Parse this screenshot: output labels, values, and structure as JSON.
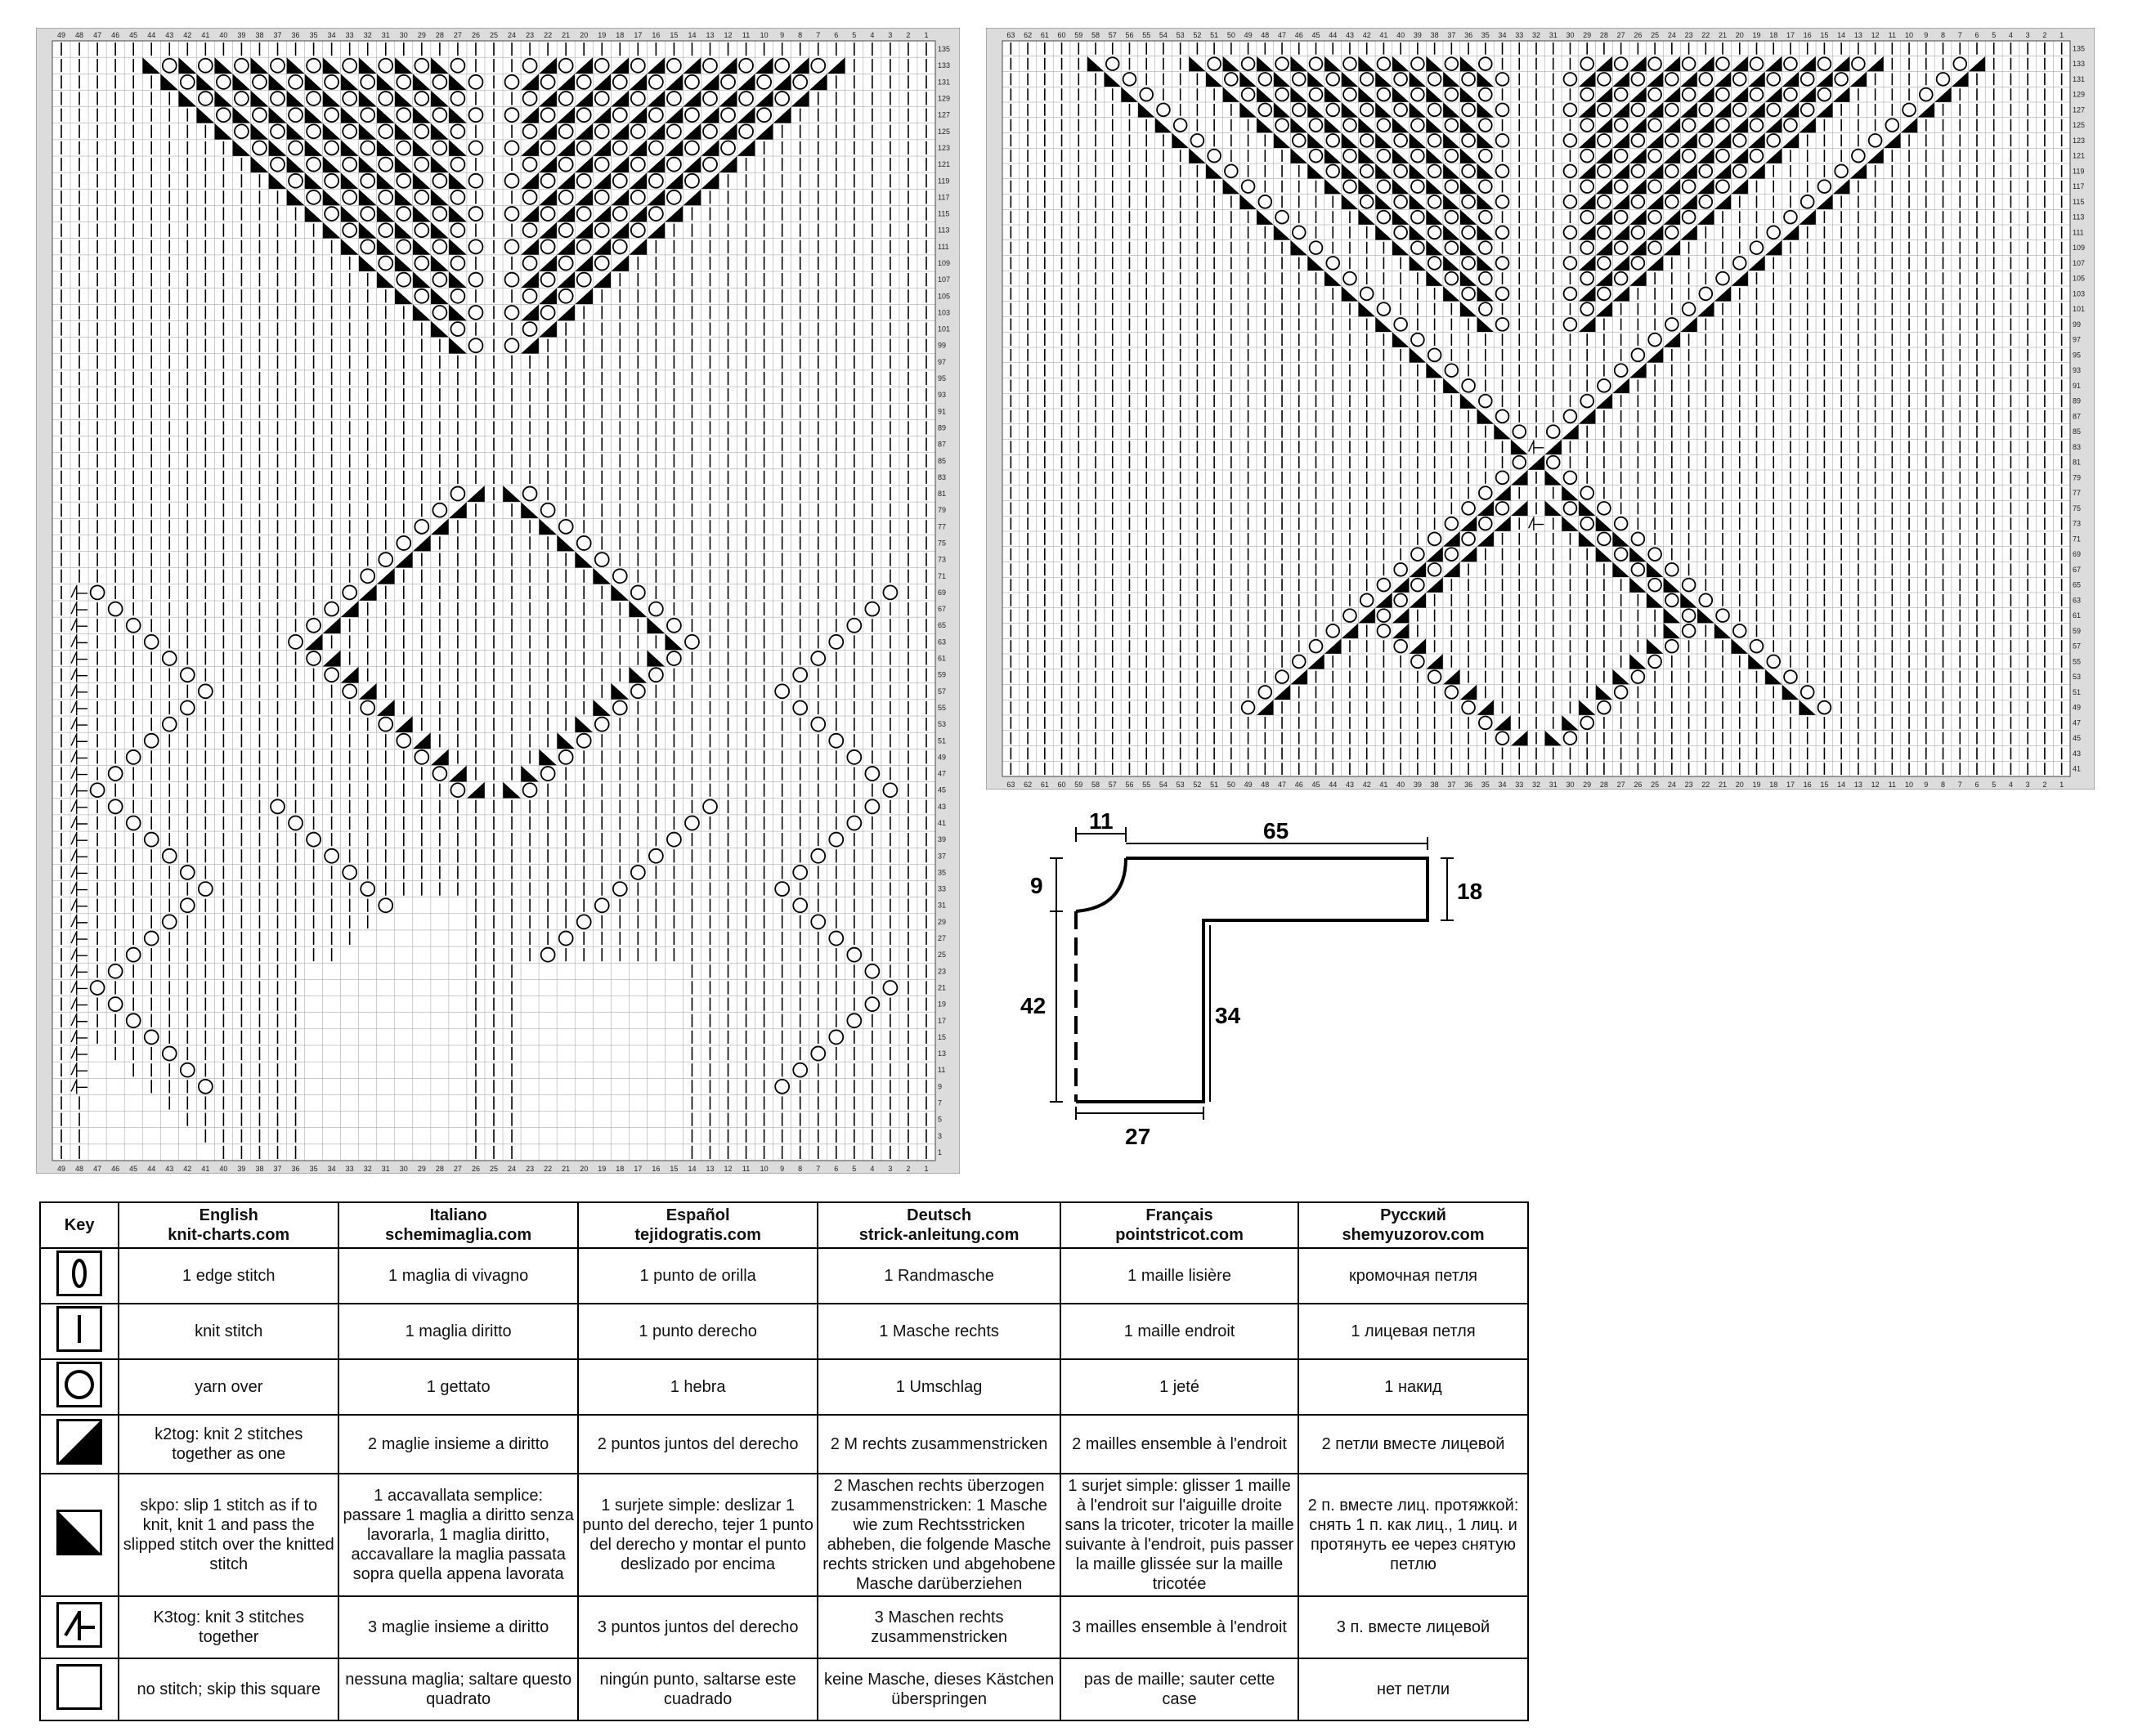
{
  "chart_left": {
    "col_numbers": [
      "49",
      "48",
      "47",
      "46",
      "45",
      "44",
      "43",
      "42",
      "41",
      "40",
      "39",
      "38",
      "37",
      "36",
      "35",
      "34",
      "33",
      "32",
      "31",
      "30",
      "29",
      "28",
      "27",
      "26",
      "25",
      "24",
      "23",
      "22",
      "21",
      "20",
      "19",
      "18",
      "17",
      "16",
      "15",
      "14",
      "13",
      "12",
      "11",
      "10",
      "9",
      "8",
      "7",
      "6",
      "5",
      "4",
      "3",
      "2",
      "1"
    ],
    "row_numbers": [
      "135",
      "133",
      "131",
      "129",
      "127",
      "125",
      "123",
      "121",
      "119",
      "117",
      "115",
      "113",
      "111",
      "109",
      "107",
      "105",
      "103",
      "101",
      "99",
      "97",
      "95",
      "93",
      "91",
      "89",
      "87",
      "85",
      "83",
      "81",
      "79",
      "77",
      "75",
      "73",
      "71",
      "69",
      "67",
      "65",
      "63",
      "61",
      "59",
      "57",
      "55",
      "53",
      "51",
      "49",
      "47",
      "45",
      "43",
      "41",
      "39",
      "37",
      "35",
      "33",
      "31",
      "29",
      "27",
      "25",
      "23",
      "21",
      "19",
      "17",
      "15",
      "13",
      "11",
      "9",
      "7",
      "5",
      "3",
      "1"
    ]
  },
  "chart_right": {
    "col_numbers": [
      "63",
      "62",
      "61",
      "60",
      "59",
      "58",
      "57",
      "56",
      "55",
      "54",
      "53",
      "52",
      "51",
      "50",
      "49",
      "48",
      "47",
      "46",
      "45",
      "44",
      "43",
      "42",
      "41",
      "40",
      "39",
      "38",
      "37",
      "36",
      "35",
      "34",
      "33",
      "32",
      "31",
      "30",
      "29",
      "28",
      "27",
      "26",
      "25",
      "24",
      "23",
      "22",
      "21",
      "20",
      "19",
      "18",
      "17",
      "16",
      "15",
      "14",
      "13",
      "12",
      "11",
      "10",
      "9",
      "8",
      "7",
      "6",
      "5",
      "4",
      "3",
      "2",
      "1"
    ],
    "row_numbers": [
      "135",
      "133",
      "131",
      "129",
      "127",
      "125",
      "123",
      "121",
      "119",
      "117",
      "115",
      "113",
      "111",
      "109",
      "107",
      "105",
      "103",
      "101",
      "99",
      "97",
      "95",
      "93",
      "91",
      "89",
      "87",
      "85",
      "83",
      "81",
      "79",
      "77",
      "75",
      "73",
      "71",
      "69",
      "67",
      "65",
      "63",
      "61",
      "59",
      "57",
      "55",
      "53",
      "51",
      "49",
      "47",
      "45",
      "43",
      "41"
    ]
  },
  "schematic": {
    "labels": {
      "neck_width": "11",
      "top_width": "65",
      "neck_depth": "9",
      "sleeve_height": "18",
      "body_height": "42",
      "inner_height": "34",
      "bottom_width": "27"
    }
  },
  "key_table": {
    "headers": [
      {
        "line1": "Key",
        "line2": ""
      },
      {
        "line1": "English",
        "line2": "knit-charts.com"
      },
      {
        "line1": "Italiano",
        "line2": "schemimaglia.com"
      },
      {
        "line1": "Español",
        "line2": "tejidogratis.com"
      },
      {
        "line1": "Deutsch",
        "line2": "strick-anleitung.com"
      },
      {
        "line1": "Français",
        "line2": "pointstricot.com"
      },
      {
        "line1": "Русский",
        "line2": "shemyuzorov.com"
      }
    ],
    "rows": [
      {
        "symbol": "edge-stitch-icon",
        "cells": [
          "1 edge stitch",
          "1 maglia di vivagno",
          "1 punto de orilla",
          "1 Randmasche",
          "1 maille lisière",
          "кромочная петля"
        ]
      },
      {
        "symbol": "knit-stitch-icon",
        "cells": [
          "knit stitch",
          "1 maglia diritto",
          "1 punto derecho",
          "1 Masche rechts",
          "1 maille endroit",
          "1 лицевая петля"
        ]
      },
      {
        "symbol": "yarn-over-icon",
        "cells": [
          "yarn over",
          "1 gettato",
          "1 hebra",
          "1 Umschlag",
          "1 jeté",
          "1 накид"
        ]
      },
      {
        "symbol": "k2tog-icon",
        "cells": [
          "k2tog: knit 2 stitches together as one",
          "2 maglie insieme a diritto",
          "2 puntos juntos del derecho",
          "2 M rechts zusammenstricken",
          "2 mailles ensemble à l'endroit",
          "2 петли вместе лицевой"
        ]
      },
      {
        "symbol": "skpo-icon",
        "cells": [
          "skpo: slip 1 stitch as if to knit, knit 1 and pass the slipped stitch over the knitted stitch",
          "1 accavallata semplice: passare 1 maglia a diritto senza lavorarla, 1 maglia diritto, accavallare la maglia passata sopra quella appena lavorata",
          "1 surjete simple: deslizar 1 punto del derecho, tejer 1 punto del derecho y montar el punto deslizado por encima",
          "2 Maschen rechts überzogen zusammenstricken: 1 Masche wie zum Rechtsstricken abheben, die folgende Masche rechts stricken und abgehobene Masche darüberziehen",
          "1 surjet simple: glisser 1 maille à l'endroit sur l'aiguille droite sans la tricoter, tricoter la maille suivante à l'endroit, puis passer la maille glissée sur la maille tricotée",
          "2 п. вместе лиц. протяжкой: снять 1 п. как лиц., 1 лиц. и протянуть ее через снятую петлю"
        ]
      },
      {
        "symbol": "k3tog-icon",
        "cells": [
          "K3tog: knit 3 stitches together",
          "3 maglie insieme a diritto",
          "3 puntos juntos del derecho",
          "3 Maschen rechts zusammenstricken",
          "3 mailles ensemble à l'endroit",
          "3 п. вместе лицевой"
        ]
      },
      {
        "symbol": "no-stitch-icon",
        "cells": [
          "no stitch; skip this square",
          "nessuna maglia; saltare questo quadrato",
          "ningún punto, saltarse este cuadrado",
          "keine Masche, dieses Kästchen überspringen",
          "pas de maille; sauter cette case",
          "нет петли"
        ]
      }
    ]
  }
}
